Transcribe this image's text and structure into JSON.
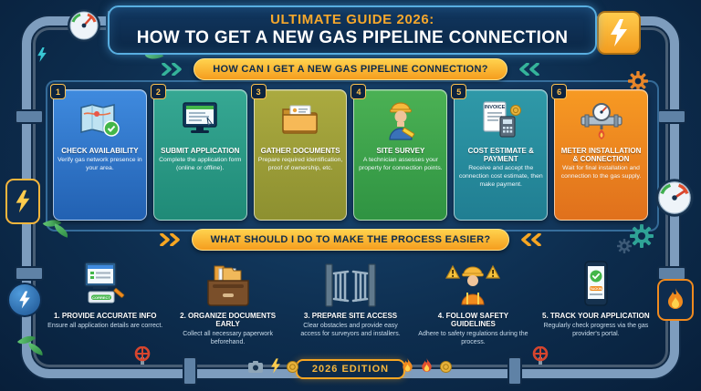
{
  "header": {
    "line1": "ULTIMATE GUIDE 2026:",
    "line2": "HOW TO GET A NEW GAS PIPELINE CONNECTION"
  },
  "section1": {
    "banner": "HOW CAN I GET A NEW GAS PIPELINE CONNECTION?",
    "steps": [
      {
        "num": "1",
        "title": "CHECK AVAILABILITY",
        "desc": "Verify gas network presence in your area.",
        "icon": "map-check-icon",
        "color": "#2f74cc"
      },
      {
        "num": "2",
        "title": "SUBMIT APPLICATION",
        "desc": "Complete the application form (online or offline).",
        "icon": "monitor-form-icon",
        "color": "#2f9e89"
      },
      {
        "num": "3",
        "title": "GATHER DOCUMENTS",
        "desc": "Prepare required identification, proof of ownership, etc.",
        "icon": "folder-documents-icon",
        "color": "#9da23a"
      },
      {
        "num": "4",
        "title": "SITE SURVEY",
        "desc": "A technician assesses your property for connection points.",
        "icon": "technician-icon",
        "color": "#41a94d"
      },
      {
        "num": "5",
        "title": "COST ESTIMATE & PAYMENT",
        "desc": "Receive and accept the connection cost estimate, then make payment.",
        "icon": "invoice-calculator-icon",
        "icon_label": "INVOICE",
        "color": "#2b93a4"
      },
      {
        "num": "6",
        "title": "METER INSTALLATION & CONNECTION",
        "desc": "Wait for final installation and connection to the gas supply.",
        "icon": "gas-meter-icon",
        "color": "#ef8a1d"
      }
    ]
  },
  "section2": {
    "banner": "WHAT SHOULD I DO TO MAKE THE PROCESS EASIER?",
    "tips": [
      {
        "title": "1. PROVIDE ACCURATE INFO",
        "desc": "Ensure all application details are correct.",
        "icon": "form-check-icon",
        "icon_label": "CORRECT"
      },
      {
        "title": "2. ORGANIZE DOCUMENTS EARLY",
        "desc": "Collect all necessary paperwork beforehand.",
        "icon": "document-organizer-icon"
      },
      {
        "title": "3. PREPARE SITE ACCESS",
        "desc": "Clear obstacles and provide easy access for surveyors and installers.",
        "icon": "gate-icon"
      },
      {
        "title": "4. FOLLOW SAFETY GUIDELINES",
        "desc": "Adhere to safety regulations during the process.",
        "icon": "safety-worker-icon"
      },
      {
        "title": "5. TRACK YOUR APPLICATION",
        "desc": "Regularly check progress via the gas provider's portal.",
        "icon": "phone-tracking-icon",
        "icon_label": "TRACKING"
      }
    ]
  },
  "footer": {
    "badge": "2026 EDITION"
  },
  "decor_icons": [
    "pressure-gauge-icon",
    "lightning-icon",
    "flame-icon",
    "gear-icon",
    "leaf-icon",
    "valve-icon",
    "camera-icon",
    "coin-icon"
  ],
  "colors": {
    "background": "#0d2d4e",
    "pipe": "#7e9dbe",
    "accent_orange": "#f6a623",
    "banner_text": "#0d2b4a",
    "header_border": "#58aee0",
    "chevrons_top": "#35b39a",
    "chevrons_bottom": "#f6a623"
  }
}
